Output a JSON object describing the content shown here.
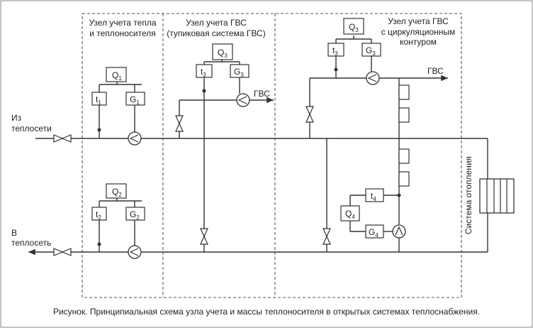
{
  "zones": {
    "heat": [
      "Узел учета тепла",
      "и теплоносителя"
    ],
    "dhw_dead_end": [
      "Узел учета ГВС",
      "(тупиковая система ГВС)"
    ],
    "dhw_circ": [
      "Узел учета ГВС",
      "с циркуляционным",
      "контуром"
    ]
  },
  "pipes": {
    "from_network": [
      "Из",
      "теплосети"
    ],
    "to_network": [
      "В",
      "теплосеть"
    ],
    "dhw_1": "ГВС",
    "dhw_2": "ГВС",
    "heating_system": "Система отопления"
  },
  "instruments": {
    "Q": "Q",
    "t": "t",
    "G": "G",
    "q1": "1",
    "t1": "1",
    "g1": "1",
    "q2": "2",
    "t2": "2",
    "g2": "2",
    "q3a": "3",
    "t3a": "3",
    "g3a": "3",
    "q3b": "3",
    "t3b": "3",
    "g3b": "3",
    "q4": "4",
    "t4": "4",
    "g4": "4"
  },
  "caption": "Рисунок. Принципиальная схема узла учета и массы теплоносителя в открытых системах теплоснабжения."
}
